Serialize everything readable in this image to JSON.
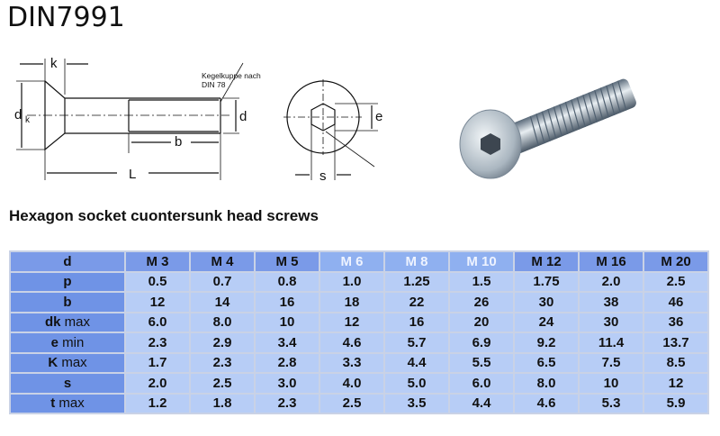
{
  "title": "DIN7991",
  "subtitle": "Hexagon socket cuontersunk head screws",
  "drawing": {
    "labels": {
      "k": "k",
      "dk": "d",
      "dk_sub": "k",
      "d": "d",
      "b": "b",
      "L": "L",
      "e": "e",
      "s": "s",
      "note_line1": "Kegelkuppe nach",
      "note_line2": "DIN 78"
    }
  },
  "table": {
    "header": {
      "label": "d",
      "sizes": [
        "M 3",
        "M 4",
        "M 5",
        "M 6",
        "M 8",
        "M 10",
        "M 12",
        "M 16",
        "M 20"
      ],
      "highlighted": [
        "M 6",
        "M 8",
        "M 10"
      ]
    },
    "rows": [
      {
        "name": "p",
        "unit": "",
        "values": [
          "0.5",
          "0.7",
          "0.8",
          "1.0",
          "1.25",
          "1.5",
          "1.75",
          "2.0",
          "2.5"
        ]
      },
      {
        "name": "b",
        "unit": "",
        "values": [
          "12",
          "14",
          "16",
          "18",
          "22",
          "26",
          "30",
          "38",
          "46"
        ]
      },
      {
        "name": "dk",
        "unit": " max",
        "values": [
          "6.0",
          "8.0",
          "10",
          "12",
          "16",
          "20",
          "24",
          "30",
          "36"
        ]
      },
      {
        "name": "e",
        "unit": " min",
        "values": [
          "2.3",
          "2.9",
          "3.4",
          "4.6",
          "5.7",
          "6.9",
          "9.2",
          "11.4",
          "13.7"
        ]
      },
      {
        "name": "K",
        "unit": " max",
        "values": [
          "1.7",
          "2.3",
          "2.8",
          "3.3",
          "4.4",
          "5.5",
          "6.5",
          "7.5",
          "8.5"
        ]
      },
      {
        "name": "s",
        "unit": "",
        "values": [
          "2.0",
          "2.5",
          "3.0",
          "4.0",
          "5.0",
          "6.0",
          "8.0",
          "10",
          "12"
        ]
      },
      {
        "name": "t",
        "unit": " max",
        "values": [
          "1.2",
          "1.8",
          "2.3",
          "2.5",
          "3.5",
          "4.4",
          "4.6",
          "5.3",
          "5.9"
        ]
      }
    ]
  },
  "colors": {
    "header": "#7a9ae8",
    "highlight": "#8fb0f0",
    "cell": "#b7cdf6",
    "border": "#c9d2e6"
  }
}
